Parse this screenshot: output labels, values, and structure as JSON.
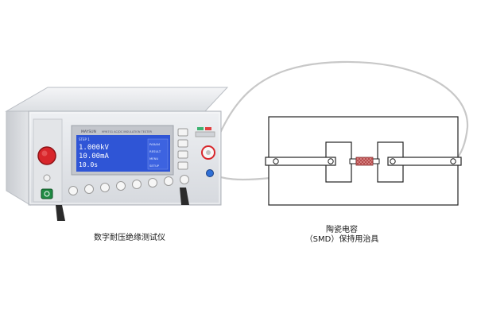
{
  "instrument": {
    "brand": "MAYSUN",
    "model_line": "MY6701 AC/DC INSULATION TESTER",
    "display": {
      "header": "STEP 1",
      "readings": [
        "1.000kV",
        "10.00mA",
        "10.0s"
      ],
      "right_labels": [
        "PARAM",
        "RESULT",
        "MENU",
        "SETUP"
      ]
    },
    "caption": "数字耐压绝缘测试仪"
  },
  "fixture": {
    "caption_line1": "陶瓷电容",
    "caption_line2": "（SMD）保持用治具"
  },
  "colors": {
    "body": "#e9ebee",
    "lcd": "#2f55d6",
    "stop_button": "#d8262b",
    "power_button": "#1f8a43",
    "wire": "#c8c8c8",
    "component": "#d98a8a"
  }
}
